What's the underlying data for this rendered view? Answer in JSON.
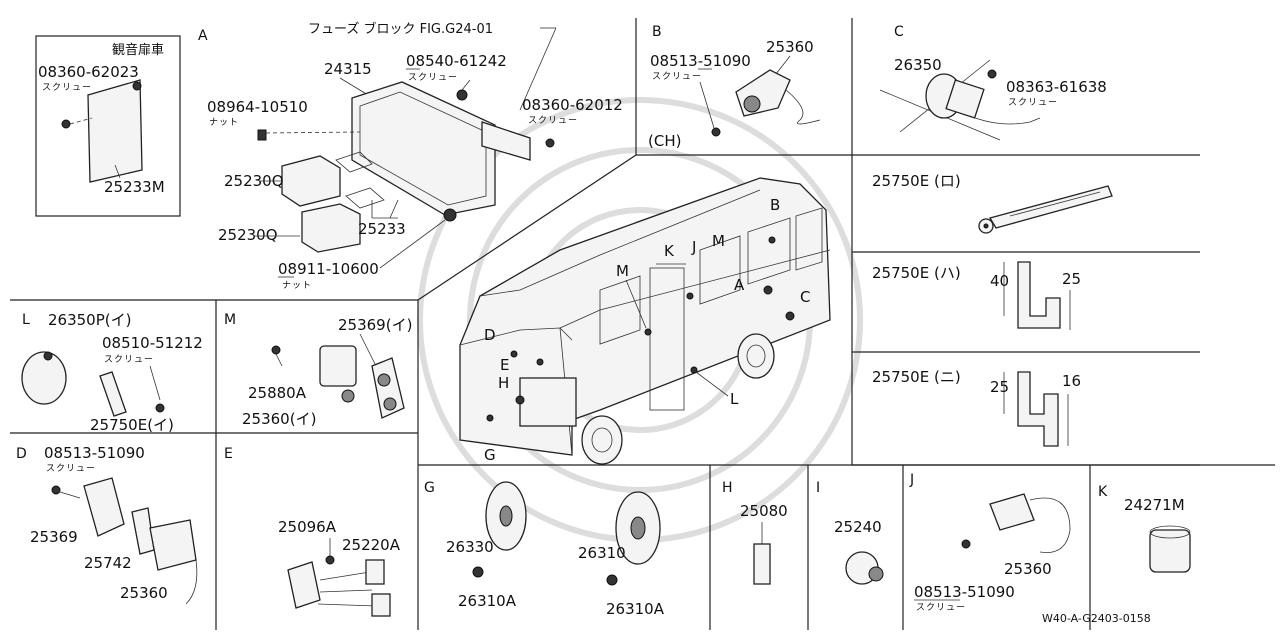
{
  "sections": {
    "A": {
      "letter": "A",
      "header": "フューズ ブロック FIG.G24-01",
      "inset_title": "観音扉車",
      "parts": [
        {
          "number": "08360-62023",
          "note": "スクリュー"
        },
        {
          "number": "25233M",
          "note": ""
        },
        {
          "number": "24315",
          "note": ""
        },
        {
          "number": "08540-61242",
          "note": "スクリュー"
        },
        {
          "number": "08964-10510",
          "note": "ナット"
        },
        {
          "number": "08360-62012",
          "note": "スクリュー"
        },
        {
          "number": "25230Q",
          "note": ""
        },
        {
          "number": "25230Q",
          "note": ""
        },
        {
          "number": "25233",
          "note": ""
        },
        {
          "number": "08911-10600",
          "note": "ナット"
        }
      ]
    },
    "B": {
      "letter": "B",
      "variant": "(CH)",
      "parts": [
        {
          "number": "08513-51090",
          "note": "スクリュー"
        },
        {
          "number": "25360",
          "note": ""
        }
      ]
    },
    "C": {
      "letter": "C",
      "parts": [
        {
          "number": "26350",
          "note": ""
        },
        {
          "number": "08363-61638",
          "note": "スクリュー"
        }
      ]
    },
    "lo": {
      "title": "25750E (ロ)"
    },
    "ha": {
      "title": "25750E (ハ)",
      "dims": [
        "40",
        "25"
      ]
    },
    "ni": {
      "title": "25750E (ニ)",
      "dims": [
        "25",
        "16"
      ]
    },
    "L": {
      "letter": "L",
      "parts": [
        {
          "number": "26350P(イ)",
          "note": ""
        },
        {
          "number": "08510-51212",
          "note": "スクリュー"
        },
        {
          "number": "25750E(イ)",
          "note": ""
        }
      ]
    },
    "M": {
      "letter": "M",
      "parts": [
        {
          "number": "25369(イ)",
          "note": ""
        },
        {
          "number": "25880A",
          "note": ""
        },
        {
          "number": "25360(イ)",
          "note": ""
        }
      ]
    },
    "D": {
      "letter": "D",
      "parts": [
        {
          "number": "08513-51090",
          "note": "スクリュー"
        },
        {
          "number": "25369",
          "note": ""
        },
        {
          "number": "25742",
          "note": ""
        },
        {
          "number": "25360",
          "note": ""
        }
      ]
    },
    "E": {
      "letter": "E",
      "parts": [
        {
          "number": "25096A",
          "note": ""
        },
        {
          "number": "25220A",
          "note": ""
        }
      ]
    },
    "G": {
      "letter": "G",
      "parts": [
        {
          "number": "26330",
          "note": ""
        },
        {
          "number": "26310",
          "note": ""
        },
        {
          "number": "26310A",
          "note": ""
        },
        {
          "number": "26310A",
          "note": ""
        }
      ]
    },
    "H": {
      "letter": "H",
      "parts": [
        {
          "number": "25080",
          "note": ""
        }
      ]
    },
    "I": {
      "letter": "I",
      "parts": [
        {
          "number": "25240",
          "note": ""
        }
      ]
    },
    "J": {
      "letter": "J",
      "parts": [
        {
          "number": "25360",
          "note": ""
        },
        {
          "number": "08513-51090",
          "note": "スクリュー"
        }
      ]
    },
    "K": {
      "letter": "K",
      "parts": [
        {
          "number": "24271M",
          "note": ""
        }
      ]
    }
  },
  "bus_callouts": [
    "B",
    "K",
    "J",
    "M",
    "M",
    "A",
    "C",
    "D",
    "E",
    "H",
    "L",
    "G"
  ],
  "figure_code": "W40-A-G2403-0158"
}
